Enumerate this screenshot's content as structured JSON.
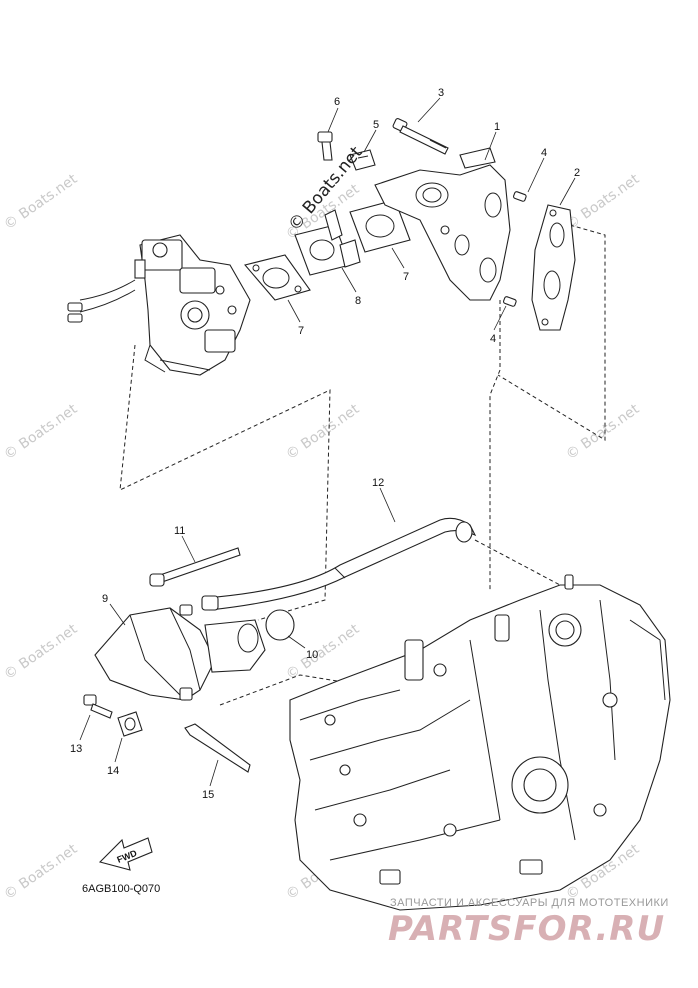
{
  "diagram": {
    "code": "6AGB100-Q070",
    "fwd_label": "FWD",
    "copyright_mark": "© Boats.net",
    "watermark_text": "© Boats.net",
    "brand_top": "ЗАПЧАСТИ И АКСЕССУАРЫ ДЛЯ МОТОТЕХНИКИ",
    "brand_main": "PARTSFOR.RU",
    "callouts": [
      "1",
      "2",
      "3",
      "4",
      "4",
      "5",
      "6",
      "7",
      "7",
      "8",
      "9",
      "10",
      "11",
      "12",
      "13",
      "14",
      "15"
    ]
  }
}
